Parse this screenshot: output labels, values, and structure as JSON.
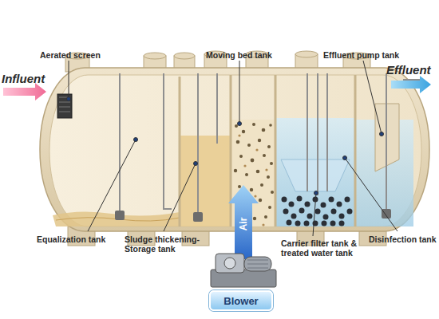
{
  "diagram": {
    "nodes": [
      {
        "text": [
          "Blower"
        ]
      }
    ],
    "labels": [
      "Aerated screen",
      "Moving bed tank",
      "Effluent pump tank",
      "Influent",
      "Effluent",
      "Air",
      "Equalization tank",
      "Sludge thickening- Storage tank",
      "Carrier filter tank & treated water tank",
      "Disinfection tank"
    ]
  }
}
